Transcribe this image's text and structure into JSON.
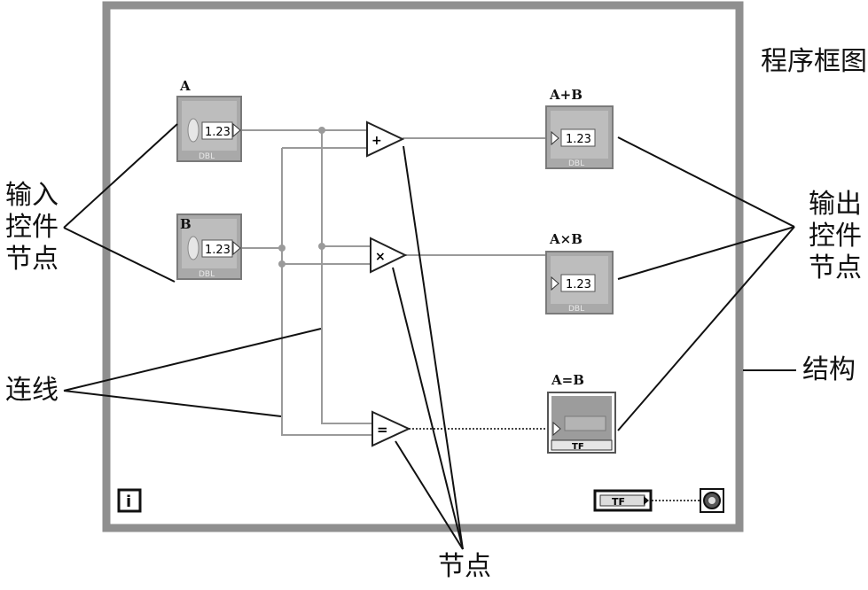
{
  "diagram_title": "程序框图",
  "terminals": {
    "a_label": "A",
    "b_label": "B",
    "sum_label": "A+B",
    "product_label": "A×B",
    "equal_label": "A=B",
    "numeric_value": "1.23",
    "dbl_tag": "DBL",
    "bool_tag": "TF"
  },
  "operators": {
    "add_symbol": "+",
    "multiply_symbol": "×",
    "equal_symbol": "="
  },
  "annotations": {
    "input_nodes": [
      "输入",
      "控件",
      "节点"
    ],
    "output_nodes": [
      "输出",
      "控件",
      "节点"
    ],
    "wires": "连线",
    "structure": "结构",
    "nodes": "节点"
  },
  "loop": {
    "iteration_symbol": "i",
    "stop_tag": "TF"
  },
  "colors": {
    "frame": "#8f8f8f",
    "terminal_bg": "#a9a9a9",
    "wire": "#9a9a9a"
  }
}
